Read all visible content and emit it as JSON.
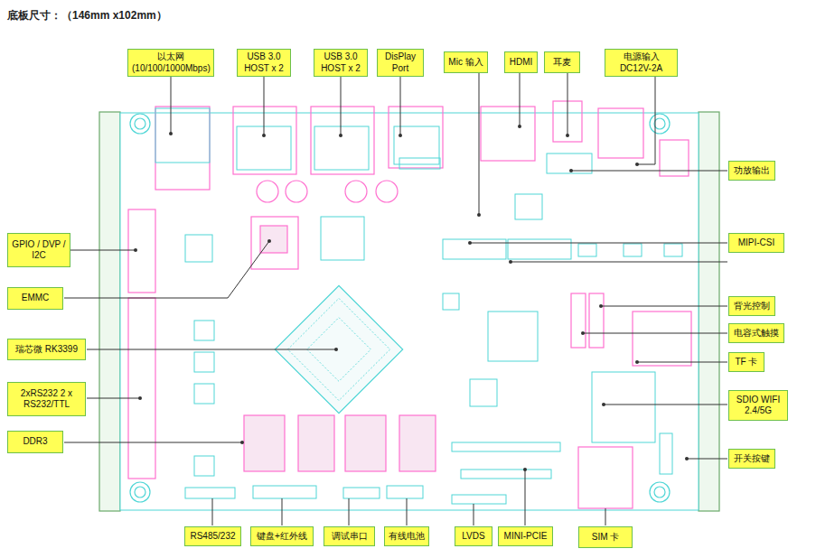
{
  "diagram": {
    "title": "底板尺寸：（146mm x102mm）",
    "nodes": [
      {
        "text": [
          "以太网 (10/100/1000Mbps)"
        ]
      },
      {
        "text": [
          "USB 3.0 HOST x 2"
        ]
      },
      {
        "text": [
          "USB 3.0 HOST x 2"
        ]
      },
      {
        "text": [
          "DisPlay Port"
        ]
      },
      {
        "text": [
          "Mic 输入"
        ]
      },
      {
        "text": [
          "HDMI"
        ]
      },
      {
        "text": [
          "耳麦"
        ]
      },
      {
        "text": [
          "电源输入 DC12V-2A"
        ]
      },
      {
        "text": [
          "GPIO / DVP / I2C"
        ]
      },
      {
        "text": [
          "EMMC"
        ]
      },
      {
        "text": [
          "瑞芯微 RK3399"
        ]
      },
      {
        "text": [
          "2xRS232 2 x RS232/TTL"
        ]
      },
      {
        "text": [
          "DDR3"
        ]
      },
      {
        "text": [
          "功放输出"
        ]
      },
      {
        "text": [
          "MIPI-CSI"
        ]
      },
      {
        "text": [
          "背光控制"
        ]
      },
      {
        "text": [
          "电容式触摸"
        ]
      },
      {
        "text": [
          "TF 卡"
        ]
      },
      {
        "text": [
          "SDIO WIFI 2.4/5G"
        ]
      },
      {
        "text": [
          "开关按键"
        ]
      },
      {
        "text": [
          "RS485/232"
        ]
      },
      {
        "text": [
          "键盘+红外线"
        ]
      },
      {
        "text": [
          "调试串口"
        ]
      },
      {
        "text": [
          "有线电池"
        ]
      },
      {
        "text": [
          "LVDS"
        ]
      },
      {
        "text": [
          "MINI-PCIE"
        ]
      },
      {
        "text": [
          "SIM 卡"
        ]
      }
    ]
  }
}
